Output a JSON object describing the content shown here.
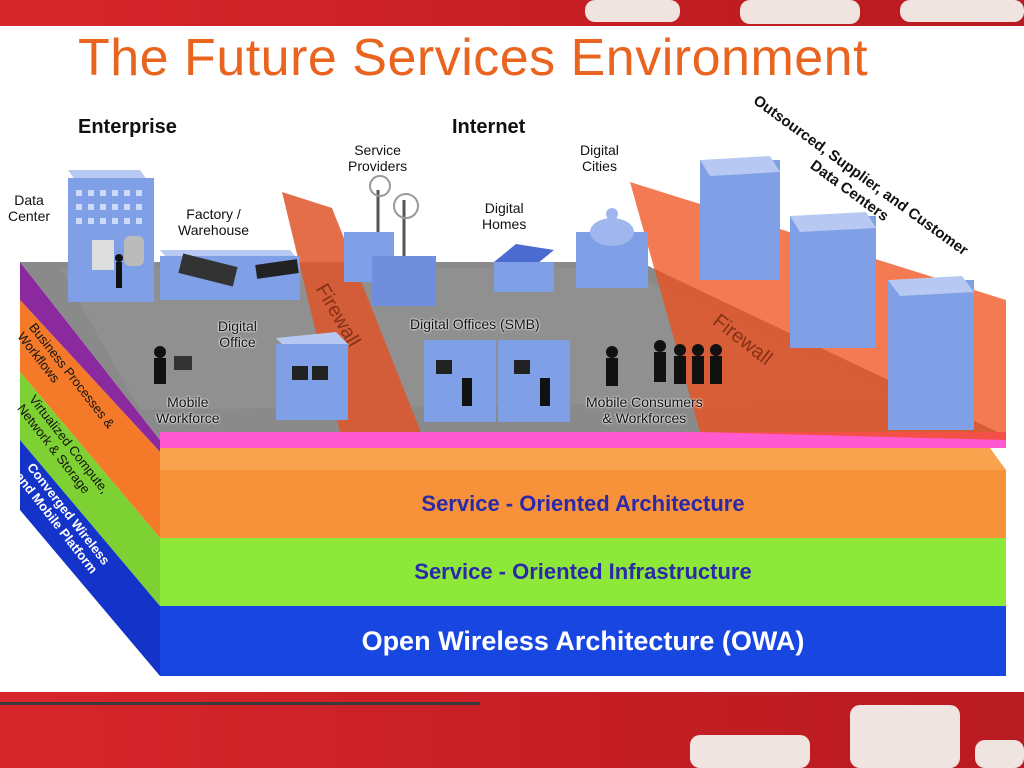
{
  "title": "The Future Services Environment",
  "sections": {
    "enterprise": "Enterprise",
    "internet": "Internet"
  },
  "labels": {
    "data_center": "Data\nCenter",
    "factory": "Factory /\nWarehouse",
    "service_providers": "Service\nProviders",
    "digital_homes": "Digital\nHomes",
    "digital_cities": "Digital\nCities",
    "digital_office": "Digital\nOffice",
    "digital_offices_smb": "Digital Offices (SMB)",
    "mobile_workforce": "Mobile\nWorkforce",
    "mobile_consumers": "Mobile Consumers\n& Workforces",
    "outsourced": "Outsourced, Supplier, and Customer\nData Centers",
    "firewall_left": "Firewall",
    "firewall_right": "Firewall"
  },
  "layers": [
    {
      "label": "Service - Oriented Architecture",
      "color": "#f7923a",
      "text_color": "#2a2aa8"
    },
    {
      "label": "Service - Oriented Infrastructure",
      "color": "#8ee83a",
      "text_color": "#2a2aa8"
    },
    {
      "label": "Open Wireless Architecture (OWA)",
      "color": "#1747e0",
      "text_color": "#ffffff"
    }
  ],
  "side_labels": {
    "orange": "Business Processes &\nWorkflows",
    "green": "Virtualized Compute,\nNetwork & Storage",
    "blue": "Converged Wireless\nand Mobile Platform"
  },
  "colors": {
    "accent_red": "#d7262b",
    "title_orange": "#e8641f",
    "platform_grey": "#8c8c8c",
    "building_blue": "#7f9fe6"
  }
}
